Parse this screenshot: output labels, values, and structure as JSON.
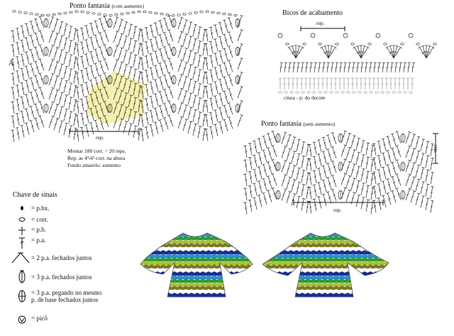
{
  "charts": {
    "main": {
      "title": "Ponto fantasia",
      "title_note": "(com aumento)",
      "row_letter": "A",
      "rep": "rep.",
      "notes": [
        "Montar 180 corr. = 20 reps.",
        "Rep. as 4ª-6ª corr. na altura",
        "Fundo amarelo: aumento"
      ],
      "highlight_color": "#f6f0b0"
    },
    "edging": {
      "title": "Bicos de acabamento",
      "rep": "rep.",
      "note": "cinza - p. do decote",
      "gray_color": "#999999"
    },
    "plain": {
      "title": "Ponto fantasia",
      "title_note": "(sem aumento)",
      "rep": "rep.",
      "side_rep": "rep."
    }
  },
  "legend": {
    "title": "Chave de sinais",
    "items": [
      {
        "symbol": "dot-icon",
        "text": "= p.bx."
      },
      {
        "symbol": "oval-icon",
        "text": "= corr."
      },
      {
        "symbol": "cross-icon",
        "text": "= p.b."
      },
      {
        "symbol": "tstitch-icon",
        "text": "= p.a."
      },
      {
        "symbol": "two-together-icon",
        "text": "= 2 p.a. fechados juntos"
      },
      {
        "symbol": "three-together-icon",
        "text": "= 3 p.a. fechados juntos"
      },
      {
        "symbol": "three-same-base-icon",
        "text": "= 3 p.a. pegando no mesmo",
        "text2": "p. de base fechados juntos"
      },
      {
        "symbol": "picot-icon",
        "text": "= picô"
      }
    ]
  },
  "sweater": {
    "stripe_colors": [
      "#1b2d8f",
      "#2f8fd0",
      "#2e9a3a",
      "#a7c23a",
      "#7a7a2a",
      "#ffffff"
    ]
  }
}
